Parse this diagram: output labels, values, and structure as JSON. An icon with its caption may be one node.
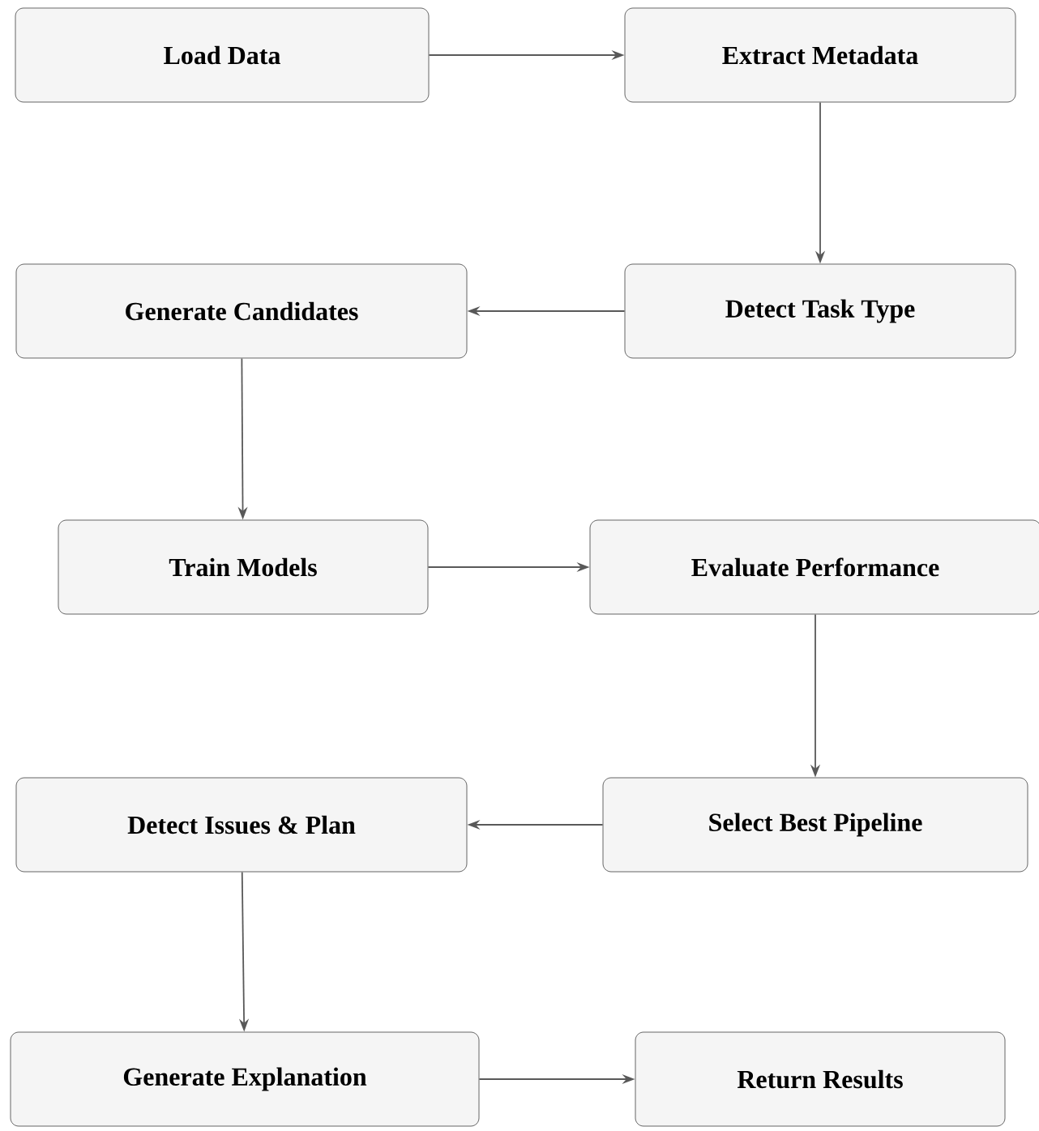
{
  "diagram": {
    "nodes": [
      {
        "text": [
          "Load Data"
        ]
      },
      {
        "text": [
          "Extract Metadata"
        ]
      },
      {
        "text": [
          "Detect Task Type"
        ]
      },
      {
        "text": [
          "Generate Candidates"
        ]
      },
      {
        "text": [
          "Train Models"
        ]
      },
      {
        "text": [
          "Evaluate Performance"
        ]
      },
      {
        "text": [
          "Select Best Pipeline"
        ]
      },
      {
        "text": [
          "Detect Issues & Plan"
        ]
      },
      {
        "text": [
          "Generate Explanation"
        ]
      },
      {
        "text": [
          "Return Results"
        ]
      }
    ],
    "edges": [
      {
        "from": 0,
        "to": 1,
        "arrow": "to"
      },
      {
        "from": 1,
        "to": 2,
        "arrow": "to"
      },
      {
        "from": 2,
        "to": 3,
        "arrow": "to"
      },
      {
        "from": 3,
        "to": 4,
        "arrow": "to"
      },
      {
        "from": 4,
        "to": 5,
        "arrow": "to"
      },
      {
        "from": 5,
        "to": 6,
        "arrow": "to"
      },
      {
        "from": 6,
        "to": 7,
        "arrow": "to"
      },
      {
        "from": 7,
        "to": 8,
        "arrow": "to"
      },
      {
        "from": 8,
        "to": 9,
        "arrow": "to"
      }
    ]
  }
}
